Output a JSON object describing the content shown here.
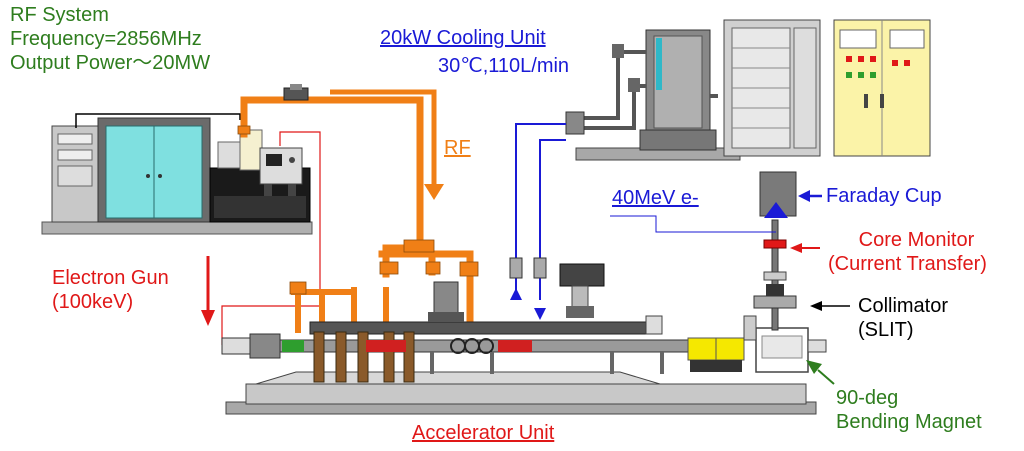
{
  "labels": {
    "rf_system": {
      "line1": "RF System",
      "line2": "Frequency=2856MHz",
      "line3": "Output Power～20MW"
    },
    "cooling": {
      "title": "20kW Cooling Unit",
      "spec": "30℃,110L/min"
    },
    "rf": "RF",
    "beam": "40MeV e-",
    "faraday": "Faraday Cup",
    "core_monitor": {
      "line1": "Core Monitor",
      "line2": "(Current Transfer)"
    },
    "electron_gun": {
      "line1": "Electron Gun",
      "line2": "(100keV)"
    },
    "collimator": {
      "line1": "Collimator",
      "line2": "(SLIT)"
    },
    "bending_magnet": {
      "line1": "90-deg",
      "line2": "Bending Magnet"
    },
    "accelerator": "Accelerator Unit"
  },
  "colors": {
    "green_text": "#2e7d1e",
    "blue_text": "#1a1ad6",
    "orange_waveguide": "#f07f16",
    "red_text": "#e01818",
    "cabinet_cyan": "#7fe0e0",
    "control_yellow": "#fbf3a8",
    "magnet_yellow": "#f5e800",
    "equipment_gray": "#a8a8a8"
  }
}
